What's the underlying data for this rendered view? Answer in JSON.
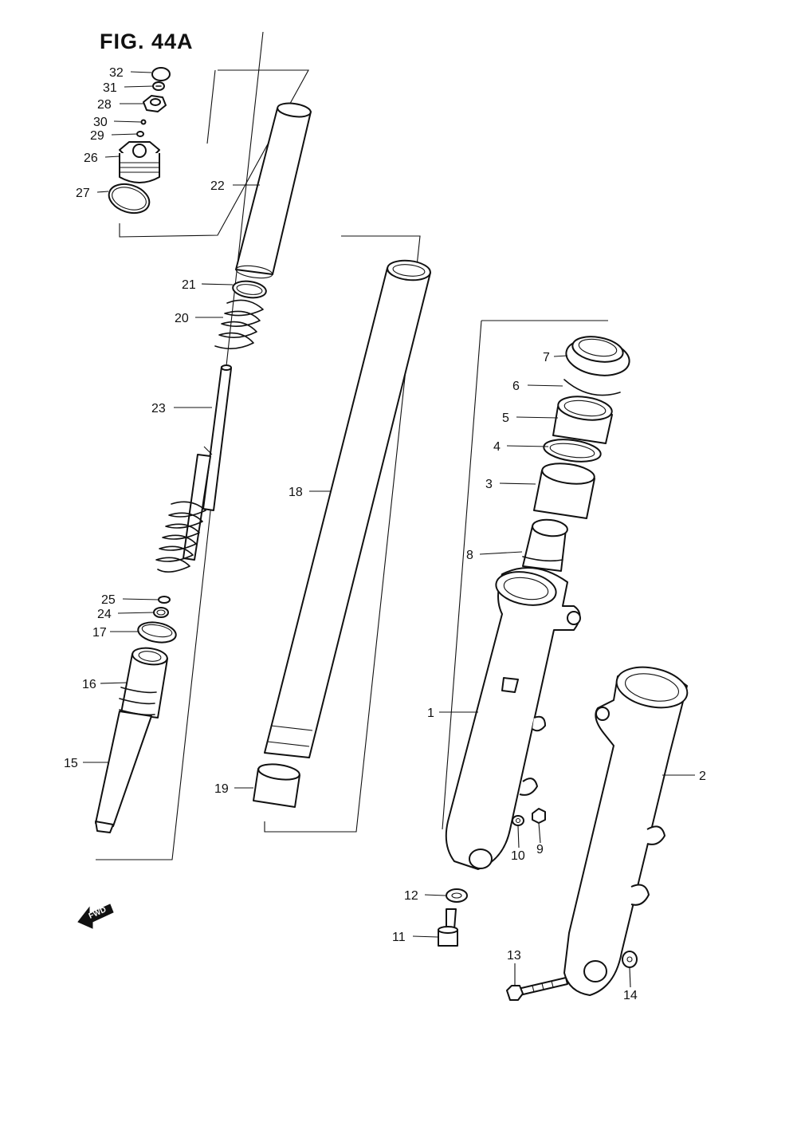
{
  "figure_title": "FIG. 44A",
  "fwd_label": "FWD",
  "callouts": {
    "p1": "1",
    "p2": "2",
    "p3": "3",
    "p4": "4",
    "p5": "5",
    "p6": "6",
    "p7": "7",
    "p8": "8",
    "p9": "9",
    "p10": "10",
    "p11": "11",
    "p12": "12",
    "p13": "13",
    "p14": "14",
    "p15": "15",
    "p16": "16",
    "p17": "17",
    "p18": "18",
    "p19": "19",
    "p20": "20",
    "p21": "21",
    "p22": "22",
    "p23": "23",
    "p24": "24",
    "p25": "25",
    "p26": "26",
    "p27": "27",
    "p28": "28",
    "p29": "29",
    "p30": "30",
    "p31": "31",
    "p32": "32"
  }
}
